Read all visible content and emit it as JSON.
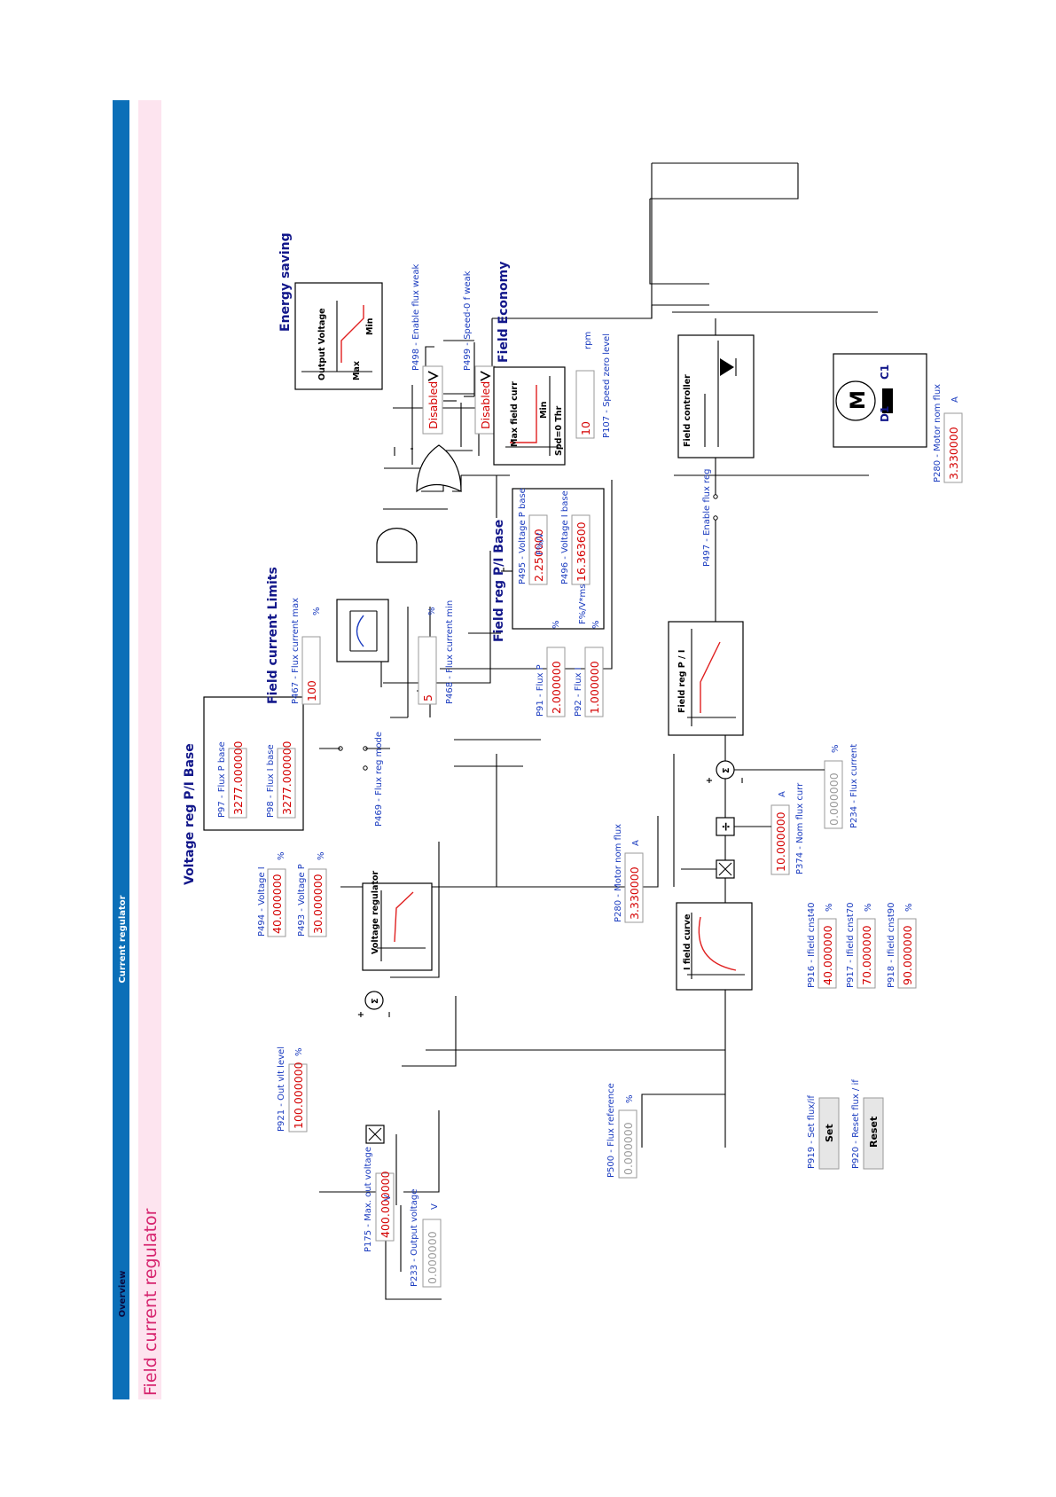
{
  "colors": {
    "header_bar": "#0b6fb8",
    "title_band": "#fde4ef",
    "title_text": "#d6246e",
    "param_label": "#1a3bbf",
    "section_title": "#12178a",
    "value_text": "#d40000",
    "readonly_value": "#9a9a9a"
  },
  "tabs": {
    "overview": "Overview",
    "current_regulator": "Current regulator"
  },
  "page_title": "Field current regulator",
  "sections": {
    "voltage_reg_pi_base": "Voltage reg P/I Base",
    "field_current_limits": "Field current Limits",
    "field_reg_pi_base": "Field reg P/I Base",
    "energy_saving": "Energy saving",
    "field_economy": "Field Economy"
  },
  "params": {
    "p175": {
      "label": "P175 - Max. out voltage",
      "value": "400.000000",
      "unit": "V"
    },
    "p233": {
      "label": "P233 - Output voltage",
      "value": "0.000000",
      "unit": "V"
    },
    "p921": {
      "label": "P921 - Out vlt level",
      "value": "100.000000",
      "unit": "%"
    },
    "p494": {
      "label": "P494 - Voltage I",
      "value": "40.000000",
      "unit": "%"
    },
    "p493": {
      "label": "P493 - Voltage P",
      "value": "30.000000",
      "unit": "%"
    },
    "p97": {
      "label": "P97 - Flux P base",
      "value": "3277.000000"
    },
    "p98": {
      "label": "P98 - Flux I base",
      "value": "3277.000000"
    },
    "p467": {
      "label": "P467 - Flux current max",
      "value": "100",
      "unit": "%"
    },
    "p468": {
      "label": "P468 - Flux current min",
      "value": "5",
      "unit": "%"
    },
    "p469": {
      "label": "P469 - Flux reg mode"
    },
    "p500": {
      "label": "P500 - Flux reference",
      "value": "0.000000",
      "unit": "%"
    },
    "p280a": {
      "label": "P280 - Motor nom flux",
      "value": "3.330000",
      "unit": "A"
    },
    "p374": {
      "label": "P374 - Nom flux curr",
      "value": "10.000000",
      "unit": "A"
    },
    "p234": {
      "label": "P234 - Flux current",
      "value": "0.000000",
      "unit": "%"
    },
    "p91": {
      "label": "P91 - Flux P",
      "value": "2.000000",
      "unit": "%"
    },
    "p92": {
      "label": "P92 - Flux I",
      "value": "1.000000",
      "unit": "%"
    },
    "p495": {
      "label": "P495 - Voltage P base",
      "value": "2.250000",
      "unit": "F%/V"
    },
    "p496": {
      "label": "P496 - Voltage I base",
      "value": "16.363600",
      "unit": "F%/V*ms"
    },
    "p497": {
      "label": "P497 - Enable flux reg"
    },
    "p498": {
      "label": "P498 - Enable flux weak",
      "value": "Disabled"
    },
    "p499": {
      "label": "P499 - Speed-0 f weak",
      "value": "Disabled"
    },
    "p107": {
      "label": "P107 - Speed zero level",
      "value": "10",
      "unit": "rpm"
    },
    "p280b": {
      "label": "P280 - Motor nom flux",
      "value": "3.330000",
      "unit": "A"
    },
    "p916": {
      "label": "P916 - Ifield cnst40",
      "value": "40.000000",
      "unit": "%"
    },
    "p917": {
      "label": "P917 - Ifield cnst70",
      "value": "70.000000",
      "unit": "%"
    },
    "p918": {
      "label": "P918 - Ifield cnst90",
      "value": "90.000000",
      "unit": "%"
    },
    "p919": {
      "label": "P919 - Set flux/if",
      "button": "Set"
    },
    "p920": {
      "label": "P920 - Reset flux / if",
      "button": "Reset"
    }
  },
  "blocks": {
    "voltage_regulator": "Voltage regulator",
    "i_field_curve": "I field curve",
    "field_reg_pi": "Field reg P / I",
    "field_controller": "Field controller",
    "energy_graph_y": "Output Voltage",
    "energy_graph_max": "Max",
    "energy_graph_min": "Min",
    "economy_graph_y": "Max field curr",
    "economy_graph_min": "Min",
    "economy_graph_x": "Spd=0 Thr"
  },
  "symbols": {
    "sum": "Σ",
    "plus": "+",
    "minus": "−",
    "motor": "M",
    "c1": "C1",
    "d1": "D1"
  }
}
